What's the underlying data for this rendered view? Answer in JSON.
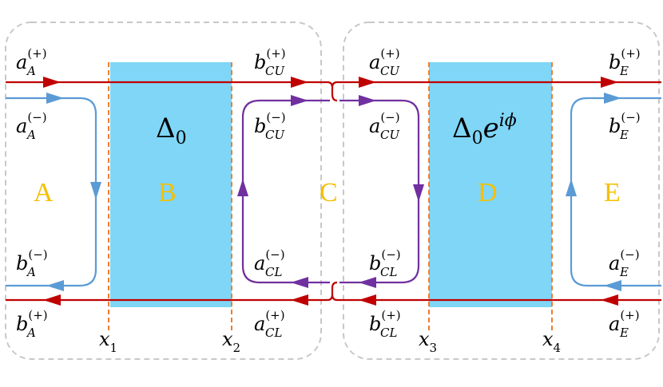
{
  "colors": {
    "barrier_fill": "#7fd6f7",
    "red_line": "#c00000",
    "blue_line": "#5b9bd5",
    "purple_line": "#7030a0",
    "orange_dash": "#ed7d31",
    "region_label": "#f5c000",
    "frame": "#c8c8c8"
  },
  "regions": {
    "A": "A",
    "B": "B",
    "C": "C",
    "D": "D",
    "E": "E"
  },
  "gaps": {
    "left": {
      "symbol": "Δ",
      "sub": "0",
      "phase": ""
    },
    "right": {
      "symbol": "Δ",
      "sub": "0",
      "phase": "e",
      "phase_sup": "iϕ"
    }
  },
  "coefficients": {
    "aA_plus": {
      "main": "a",
      "sub": "A",
      "sup": "(+)"
    },
    "aA_minus": {
      "main": "a",
      "sub": "A",
      "sup": "(−)"
    },
    "bA_minus": {
      "main": "b",
      "sub": "A",
      "sup": "(−)"
    },
    "bA_plus": {
      "main": "b",
      "sub": "A",
      "sup": "(+)"
    },
    "bCU_plus": {
      "main": "b",
      "sub": "CU",
      "sup": "(+)"
    },
    "bCU_minus": {
      "main": "b",
      "sub": "CU",
      "sup": "(−)"
    },
    "aCL_minus": {
      "main": "a",
      "sub": "CL",
      "sup": "(−)"
    },
    "aCL_plus": {
      "main": "a",
      "sub": "CL",
      "sup": "(+)"
    },
    "aCU_plus": {
      "main": "a",
      "sub": "CU",
      "sup": "(+)"
    },
    "aCU_minus": {
      "main": "a",
      "sub": "CU",
      "sup": "(−)"
    },
    "bCL_minus": {
      "main": "b",
      "sub": "CL",
      "sup": "(−)"
    },
    "bCL_plus": {
      "main": "b",
      "sub": "CL",
      "sup": "(+)"
    },
    "bE_plus": {
      "main": "b",
      "sub": "E",
      "sup": "(+)"
    },
    "bE_minus": {
      "main": "b",
      "sub": "E",
      "sup": "(−)"
    },
    "aE_minus": {
      "main": "a",
      "sub": "E",
      "sup": "(−)"
    },
    "aE_plus": {
      "main": "a",
      "sub": "E",
      "sup": "(+)"
    }
  },
  "positions": {
    "x1": {
      "main": "x",
      "sub": "1"
    },
    "x2": {
      "main": "x",
      "sub": "2"
    },
    "x3": {
      "main": "x",
      "sub": "3"
    },
    "x4": {
      "main": "x",
      "sub": "4"
    }
  }
}
